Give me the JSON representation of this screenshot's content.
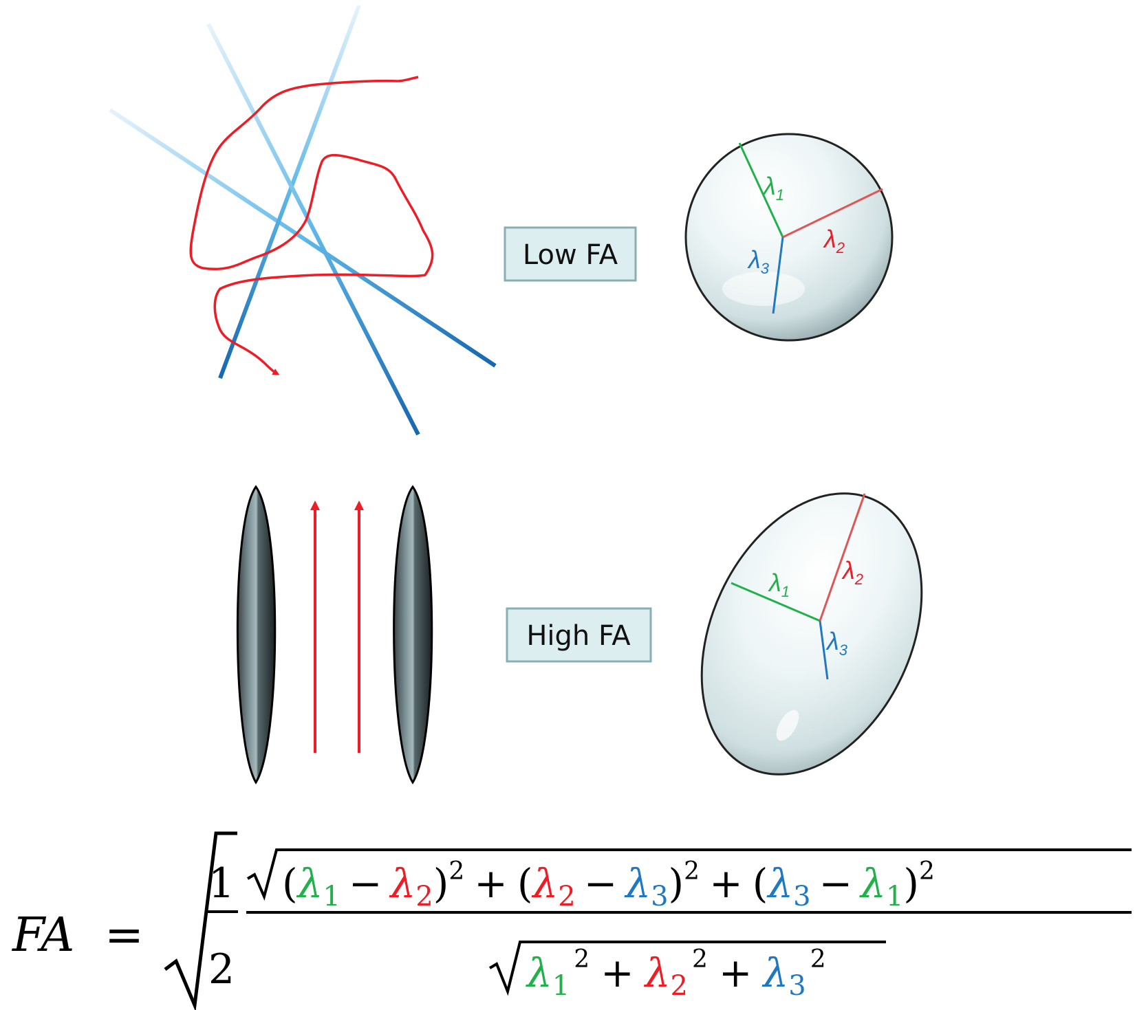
{
  "colors": {
    "lambda1": "#22b04b",
    "lambda2": "#ee1c24",
    "lambda3": "#1f78c1",
    "box_fill": "#dceef0",
    "box_stroke": "#8aaeb3"
  },
  "low_fa": {
    "label": "Low FA",
    "lambda1": "λ1",
    "lambda2": "λ2",
    "lambda3": "λ3"
  },
  "high_fa": {
    "label": "High FA",
    "lambda1": "λ1",
    "lambda2": "λ2",
    "lambda3": "λ3"
  },
  "formula": {
    "lhs": "FA",
    "equals": "=",
    "half_num": "1",
    "half_den": "2",
    "lam": "λ",
    "sub1": "1",
    "sub2": "2",
    "sub3": "3",
    "sq": "2",
    "minus": "−",
    "plus": "+",
    "open": "(",
    "close": ")"
  }
}
